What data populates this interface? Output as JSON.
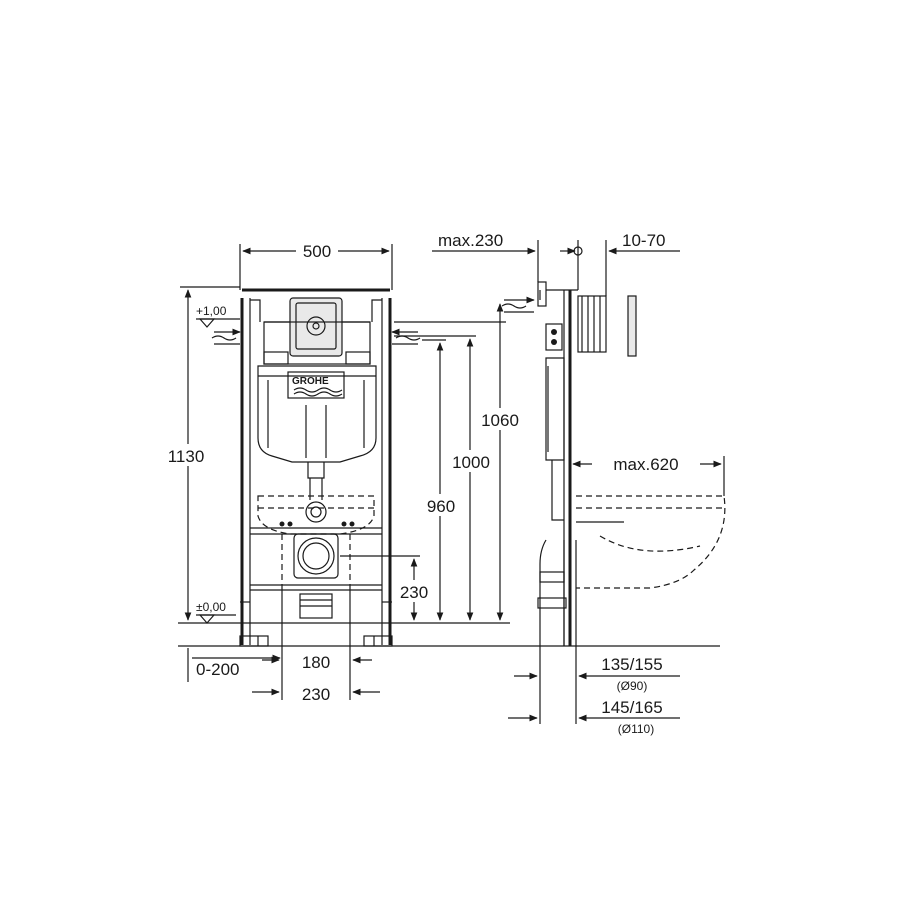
{
  "brand": {
    "logo_text": "GROHE"
  },
  "front_view": {
    "width_label": "500",
    "height_label": "1130",
    "level_top": "+1,00",
    "level_bottom": "±0,00",
    "dim_1060": "1060",
    "dim_1000": "1000",
    "dim_960": "960",
    "dim_230_vertical": "230",
    "dim_0_200": "0-200",
    "dim_180": "180",
    "dim_230_horizontal": "230"
  },
  "side_view": {
    "max_230": "max.230",
    "dim_10_70": "10-70",
    "max_620": "max.620",
    "dim_135_155": "135/155",
    "dia_90": "(Ø90)",
    "dim_145_165": "145/165",
    "dia_110": "(Ø110)"
  },
  "colors": {
    "line": "#1a1a1a",
    "background": "#ffffff"
  }
}
